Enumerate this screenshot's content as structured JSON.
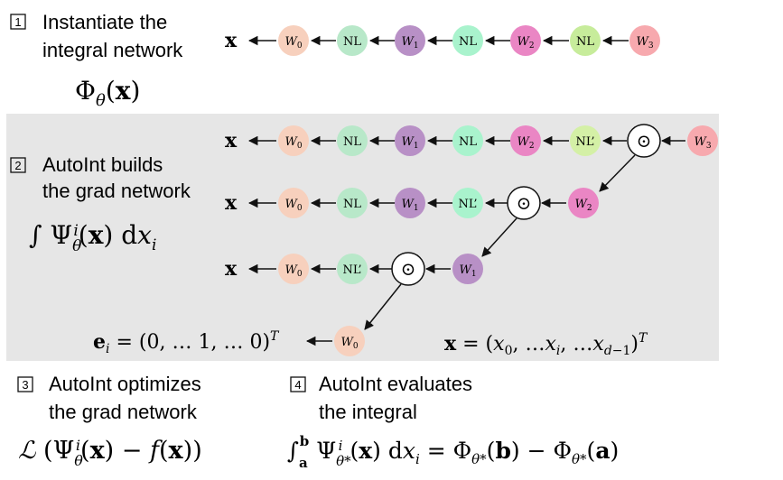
{
  "colors": {
    "panel_bg": "#e6e6e6",
    "W0": "#f7d0bd",
    "NL": "#b8e8c9",
    "NL_prime": "#d4f0a6",
    "W1": "#b890c6",
    "NL_mid": "#a9f3cd",
    "W2": "#ea86c4",
    "NL2": "#c7ec9b",
    "W3": "#f7a9ae",
    "text": "#111111"
  },
  "steps": [
    {
      "badge": "1",
      "line1": "Instantiate the",
      "line2": "integral network"
    },
    {
      "badge": "2",
      "line1": "AutoInt builds",
      "line2": "the grad network"
    },
    {
      "badge": "3",
      "line1": "AutoInt optimizes",
      "line2": "the grad network"
    },
    {
      "badge": "4",
      "line1": "AutoInt evaluates",
      "line2": "the integral"
    }
  ],
  "formulas": {
    "phi": "Φθ(x)",
    "integral": "∫ Ψθi(x) dxi",
    "loss": "ℒ (Ψθi(x) − f(x))",
    "evaluate": "∫ab Ψθ*i(x) dxi = Φθ*(b) − Φθ*(a)",
    "basis": "ei = (0, … 1, … 0)T",
    "input": "x = (x0, …xi, …xd−1)T"
  },
  "labels": {
    "x": "x",
    "W0": "W0",
    "W1": "W1",
    "W2": "W2",
    "W3": "W3",
    "NL": "NL",
    "NLp": "NL’",
    "odot": "⊙"
  }
}
